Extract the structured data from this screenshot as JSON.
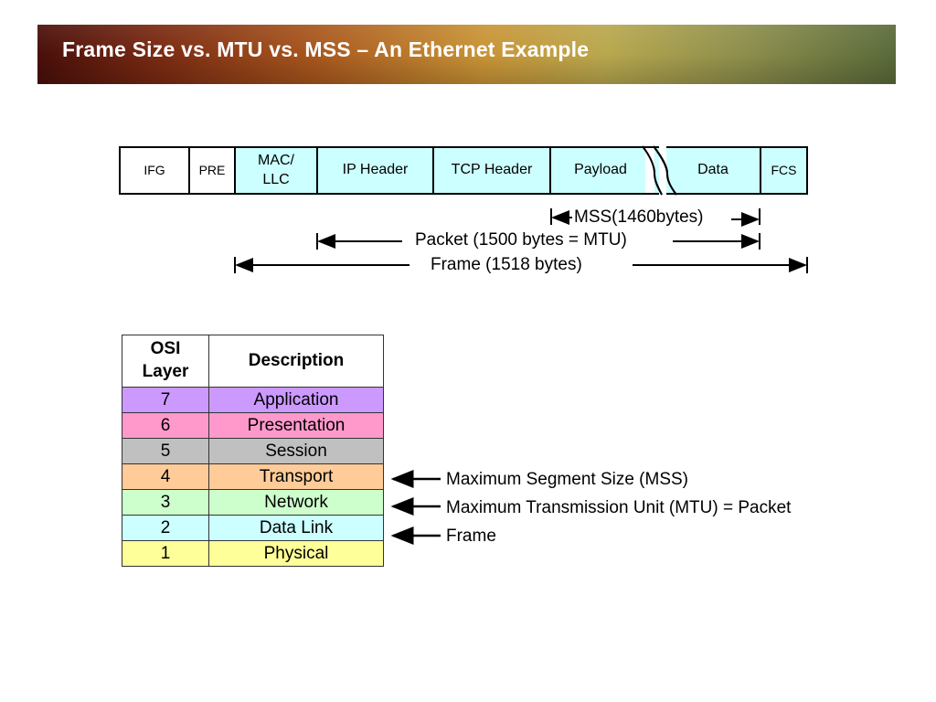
{
  "slide": {
    "title": "Frame Size vs. MTU vs. MSS – An Ethernet Example"
  },
  "frame": {
    "segments": [
      {
        "label": "IFG"
      },
      {
        "label": "PRE"
      },
      {
        "label": "MAC/\nLLC"
      },
      {
        "label": "IP Header"
      },
      {
        "label": "TCP Header"
      },
      {
        "label": "Payload"
      },
      {
        "label": "Data"
      },
      {
        "label": "FCS"
      }
    ],
    "colors": {
      "header_fill": "#ccffff",
      "plain_fill": "#ffffff"
    }
  },
  "spans": {
    "mss": "MSS(1460bytes)",
    "packet": "Packet (1500 bytes = MTU)",
    "frame": "Frame (1518 bytes)"
  },
  "osi_table": {
    "headers": [
      "OSI\nLayer",
      "Description"
    ],
    "rows": [
      {
        "layer": "7",
        "description": "Application",
        "color": "#cc99ff"
      },
      {
        "layer": "6",
        "description": "Presentation",
        "color": "#ff99cc"
      },
      {
        "layer": "5",
        "description": "Session",
        "color": "#c0c0c0"
      },
      {
        "layer": "4",
        "description": "Transport",
        "color": "#ffcc99"
      },
      {
        "layer": "3",
        "description": "Network",
        "color": "#ccffcc"
      },
      {
        "layer": "2",
        "description": "Data Link",
        "color": "#ccffff"
      },
      {
        "layer": "1",
        "description": "Physical",
        "color": "#ffff99"
      }
    ]
  },
  "mappings": [
    {
      "text": "Maximum Segment Size (MSS)"
    },
    {
      "text": "Maximum Transmission Unit (MTU) = Packet"
    },
    {
      "text": "Frame"
    }
  ]
}
